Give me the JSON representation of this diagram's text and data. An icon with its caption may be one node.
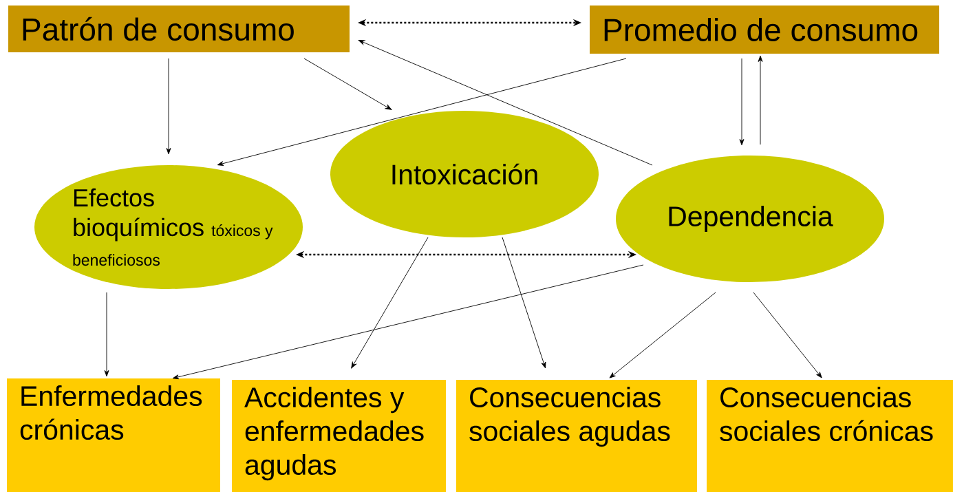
{
  "diagram": {
    "nodes": [
      {
        "text": [
          "Patrón de consumo"
        ]
      },
      {
        "text": [
          "Promedio de consumo"
        ]
      },
      {
        "text": [
          "Efectos bioquímicos",
          "tóxicos y beneficiosos"
        ]
      },
      {
        "text": [
          "Intoxicación"
        ]
      },
      {
        "text": [
          "Dependencia"
        ]
      },
      {
        "text": [
          "Enfermedades crónicas"
        ]
      },
      {
        "text": [
          "Accidentes y enfermedades agudas"
        ]
      },
      {
        "text": [
          "Consecuencias sociales agudas"
        ]
      },
      {
        "text": [
          "Consecuencias sociales crónicas"
        ]
      }
    ],
    "edges": [
      {
        "from": 0,
        "to": 1,
        "arrow": "both",
        "style": "dashed"
      },
      {
        "from": 0,
        "to": 2,
        "arrow": "to"
      },
      {
        "from": 0,
        "to": 3,
        "arrow": "to"
      },
      {
        "from": 1,
        "to": 2,
        "arrow": "to"
      },
      {
        "from": 1,
        "to": 4,
        "arrow": "to"
      },
      {
        "from": 4,
        "to": 1,
        "arrow": "to"
      },
      {
        "from": 4,
        "to": 0,
        "arrow": "to"
      },
      {
        "from": 2,
        "to": 4,
        "arrow": "both",
        "style": "dashed"
      },
      {
        "from": 2,
        "to": 5,
        "arrow": "to"
      },
      {
        "from": 4,
        "to": 5,
        "arrow": "to"
      },
      {
        "from": 3,
        "to": 6,
        "arrow": "to"
      },
      {
        "from": 3,
        "to": 7,
        "arrow": "to"
      },
      {
        "from": 4,
        "to": 7,
        "arrow": "to"
      },
      {
        "from": 4,
        "to": 8,
        "arrow": "to"
      }
    ]
  }
}
